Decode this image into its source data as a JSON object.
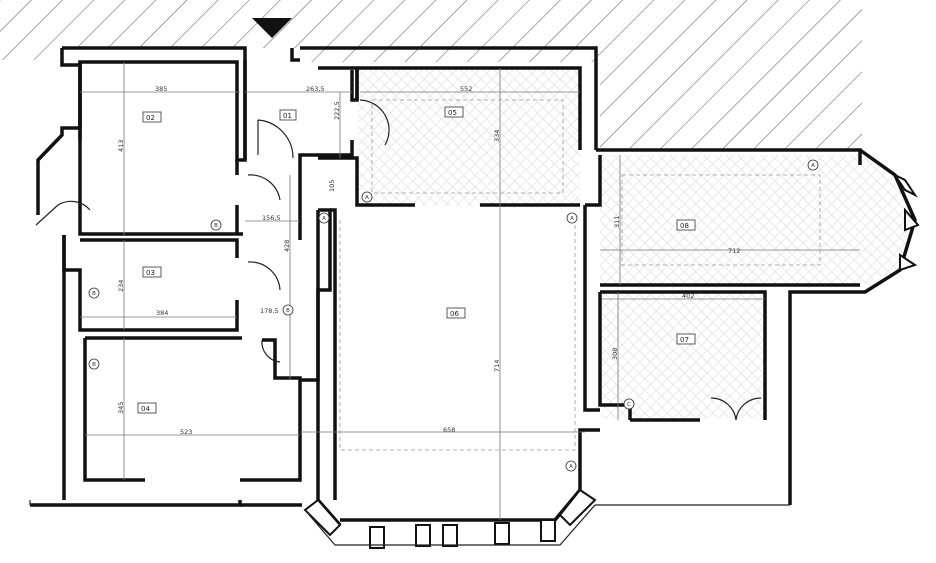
{
  "rooms": {
    "r01": "01",
    "r02": "02",
    "r03": "03",
    "r04": "04",
    "r05": "05",
    "r06": "06",
    "r07": "07",
    "r08": "08"
  },
  "dimensions": {
    "d02w": "385",
    "d02h": "413",
    "d01w": "263,5",
    "d01h": "222,5",
    "d05w": "552",
    "d05h": "334",
    "dcor": "105",
    "d156": "156,5",
    "d428": "428",
    "d03h": "234",
    "d03w": "384",
    "d178": "178,5",
    "d04h": "345",
    "d04w": "523",
    "d06w": "658",
    "d06h": "714",
    "d08w": "712",
    "d08h": "311",
    "d07w": "402",
    "d07h": "308"
  },
  "axes": {
    "a": "A",
    "b": "B",
    "c": "C"
  },
  "colors": {
    "wall": "#111111",
    "hatch": "#555555"
  }
}
